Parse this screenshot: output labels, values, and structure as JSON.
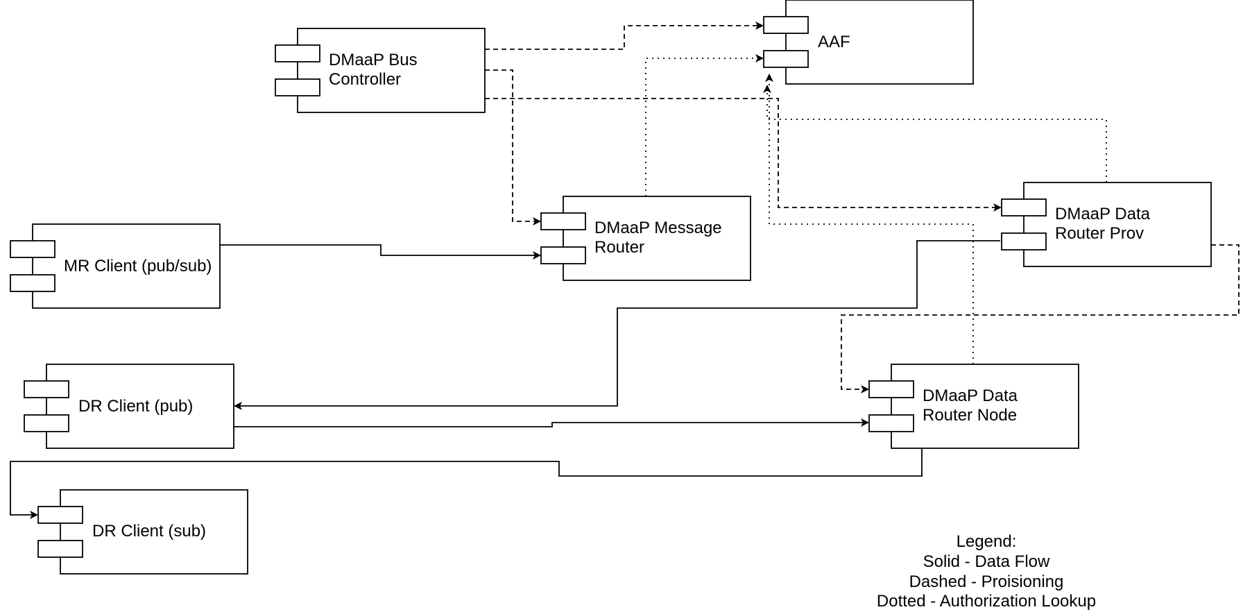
{
  "components": {
    "aaf": {
      "lines": [
        "AAF"
      ]
    },
    "bus_controller": {
      "lines": [
        "DMaaP Bus",
        "Controller"
      ]
    },
    "message_router": {
      "lines": [
        "DMaaP Message",
        "Router"
      ]
    },
    "mr_client": {
      "lines": [
        "MR Client (pub/sub)"
      ]
    },
    "dr_prov": {
      "lines": [
        "DMaaP Data",
        "Router  Prov"
      ]
    },
    "dr_client_pub": {
      "lines": [
        "DR Client (pub)"
      ]
    },
    "dr_node": {
      "lines": [
        "DMaaP Data",
        "Router  Node"
      ]
    },
    "dr_client_sub": {
      "lines": [
        "DR Client (sub)"
      ]
    }
  },
  "legend": {
    "title": "Legend:",
    "solid": "Solid -  Data Flow",
    "dashed": "Dashed - Proisioning",
    "dotted": "Dotted - Authorization Lookup"
  },
  "colors": {
    "line": "#000000",
    "fill": "#ffffff"
  }
}
